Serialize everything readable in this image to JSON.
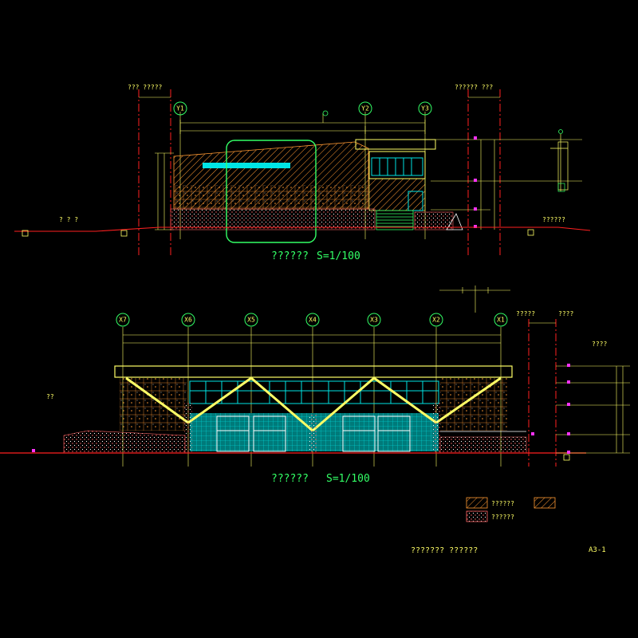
{
  "drawing": {
    "sheet_number": "A3-1",
    "sheet_title": "??????? ??????"
  },
  "upper_elevation": {
    "title": "??????",
    "scale": "S=1/100",
    "axis_labels": [
      "Y1",
      "Y2",
      "Y3"
    ],
    "side_labels": {
      "left": "??? ?????",
      "right": "?????? ???"
    },
    "ground_label_left": "? ? ?",
    "ground_label_right": "??????"
  },
  "lower_elevation": {
    "title": "??????",
    "scale": "S=1/100",
    "axis_labels": [
      "X7",
      "X6",
      "X5",
      "X4",
      "X3",
      "X2",
      "X1"
    ],
    "side_labels": {
      "right_a": "?????",
      "right_b": "????"
    },
    "left_note": "??",
    "right_note": "????"
  },
  "legend": {
    "items": [
      {
        "label": "??????"
      },
      {
        "label": "??????"
      }
    ]
  },
  "colors": {
    "background": "#000000",
    "axis_red": "#ff2020",
    "line_yellow": "#ffff66",
    "text_green": "#33ff66",
    "glass_cyan": "#00e5e5",
    "hatch_orange": "#ff9933",
    "stone_pink": "#ff6666",
    "marker_magenta": "#ff33ff"
  }
}
